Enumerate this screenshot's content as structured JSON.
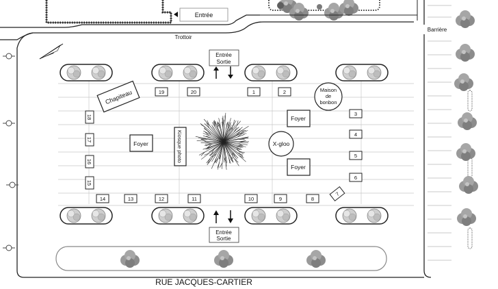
{
  "labels": {
    "entree_top": "Entrée",
    "trottoir": "Trottoir",
    "barriere": "Barrière",
    "street": "RUE JACQUES-CARTIER",
    "entree_sortie_top": [
      "Entrée",
      "Sortie"
    ],
    "entree_sortie_bottom": [
      "Entrée",
      "Sortie"
    ]
  },
  "features": {
    "chapiteau": "Chapiteau",
    "kiosque": "Kiosque photo",
    "maison": [
      "Maison",
      "de",
      "bonbon"
    ],
    "xgloo": "X-gloo",
    "foyer": "Foyer"
  },
  "stalls": [
    "1",
    "2",
    "3",
    "4",
    "5",
    "6",
    "7",
    "8",
    "9",
    "10",
    "11",
    "12",
    "13",
    "14",
    "15",
    "16",
    "17",
    "18",
    "19",
    "20"
  ],
  "icons": {
    "tree": "tree-icon",
    "shrub": "shrub-icon",
    "arrow": "arrow-icon",
    "north": "north-arrow-icon",
    "lamp": "lamp-post-icon"
  },
  "colors": {
    "line": "#222222",
    "light_line": "#b8b8b8",
    "shrub": "#9a9a9a",
    "shrub_dark": "#5e5e5e"
  }
}
